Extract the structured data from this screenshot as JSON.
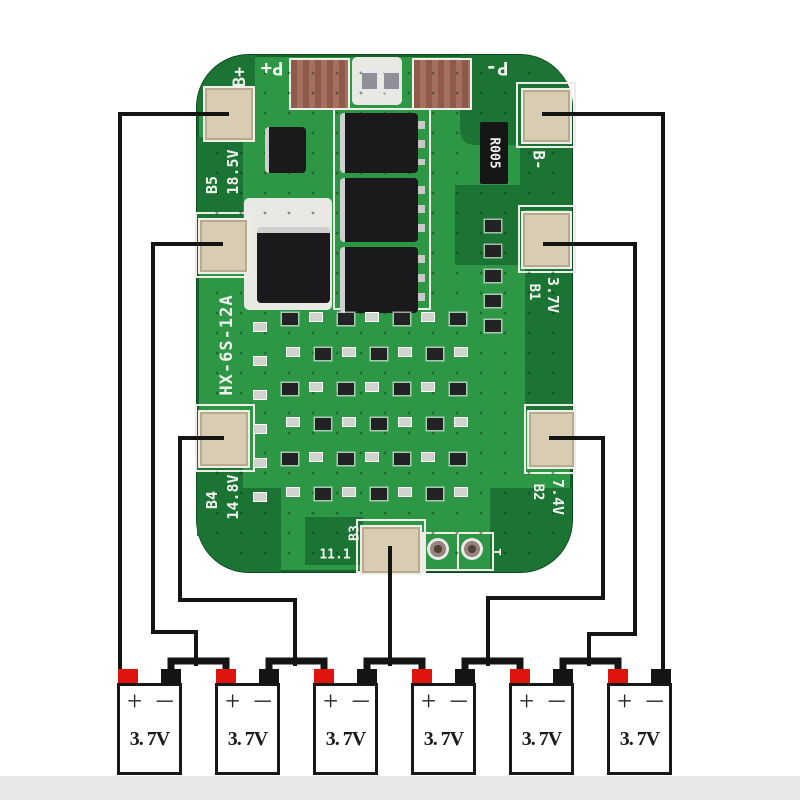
{
  "board": {
    "model_label": "HX-6S-12A",
    "labels": {
      "b_plus": "B+",
      "p_plus": "P+",
      "p_minus": "P-",
      "b_minus": "B-",
      "b5": "B5",
      "b5_voltage": "18.5V",
      "b4": "B4",
      "b4_voltage": "14.8V",
      "b3": "B3",
      "b3_voltage": "11.1",
      "b2": "B2",
      "b2_voltage": "7.4V",
      "b1": "B1",
      "b1_voltage": "3.7V",
      "shunt_resistor": "R005",
      "temp_pad": "T"
    }
  },
  "batteries": [
    {
      "plus": "+",
      "minus": "−",
      "voltage": "3. 7V"
    },
    {
      "plus": "+",
      "minus": "−",
      "voltage": "3. 7V"
    },
    {
      "plus": "+",
      "minus": "−",
      "voltage": "3. 7V"
    },
    {
      "plus": "+",
      "minus": "−",
      "voltage": "3. 7V"
    },
    {
      "plus": "+",
      "minus": "−",
      "voltage": "3. 7V"
    },
    {
      "plus": "+",
      "minus": "−",
      "voltage": "3. 7V"
    }
  ],
  "colors": {
    "pcb_green": "#2d9746",
    "pcb_dark_green": "#1c7434",
    "solder_pad_tan": "#d8ccb2",
    "wire_black": "#141414",
    "terminal_red": "#e0140e",
    "background": "#ffffff",
    "floor_strip": "#e8e8e8"
  }
}
